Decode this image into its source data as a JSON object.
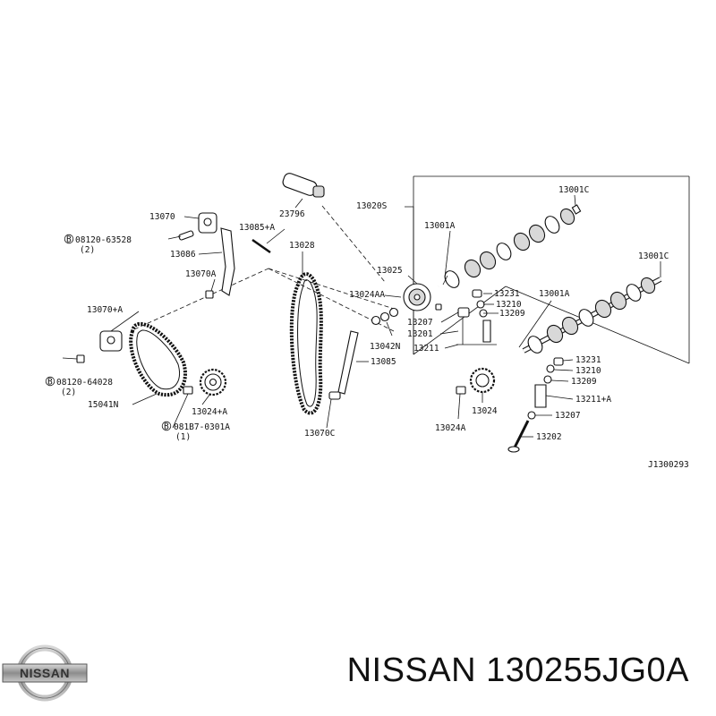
{
  "diagram": {
    "part_labels": {
      "p23796": "23796",
      "p13070": "13070",
      "p13085a": "13085+A",
      "p13028": "13028",
      "p13020s": "13020S",
      "p13001c_top": "13001C",
      "p08120_63528": "08120-63528",
      "p08120_63528_qty": "(2)",
      "p13086": "13086",
      "p13001a_top": "13001A",
      "p13001c_right": "13001C",
      "p13070a": "13070A",
      "p13025": "13025",
      "p13024aa": "13024AA",
      "p13231_top": "13231",
      "p13001a_right": "13001A",
      "p13210_top": "13210",
      "p13070pa": "13070+A",
      "p13209_top": "13209",
      "p13207_top": "13207",
      "p13042n": "13042N",
      "p13201": "13201",
      "p13211": "13211",
      "p13231_bot": "13231",
      "p13085": "13085",
      "p13210_bot": "13210",
      "p08120_64028": "08120-64028",
      "p08120_64028_qty": "(2)",
      "p13209_bot": "13209",
      "p13211a": "13211+A",
      "p15041n": "15041N",
      "p13024": "13024",
      "p13207_bot": "13207",
      "p13024a_left": "13024+A",
      "p13024a": "13024A",
      "p081b7": "081B7-0301A",
      "p081b7_qty": "(1)",
      "p13070c": "13070C",
      "p13202": "13202",
      "drawing_code": "J1300293",
      "circle_b": "B"
    }
  },
  "footer": {
    "logo_text": "NISSAN",
    "part_number": "NISSAN 130255JG0A"
  },
  "colors": {
    "ink": "#111111",
    "background": "#ffffff",
    "logo_metal": "#9a9a9a"
  }
}
